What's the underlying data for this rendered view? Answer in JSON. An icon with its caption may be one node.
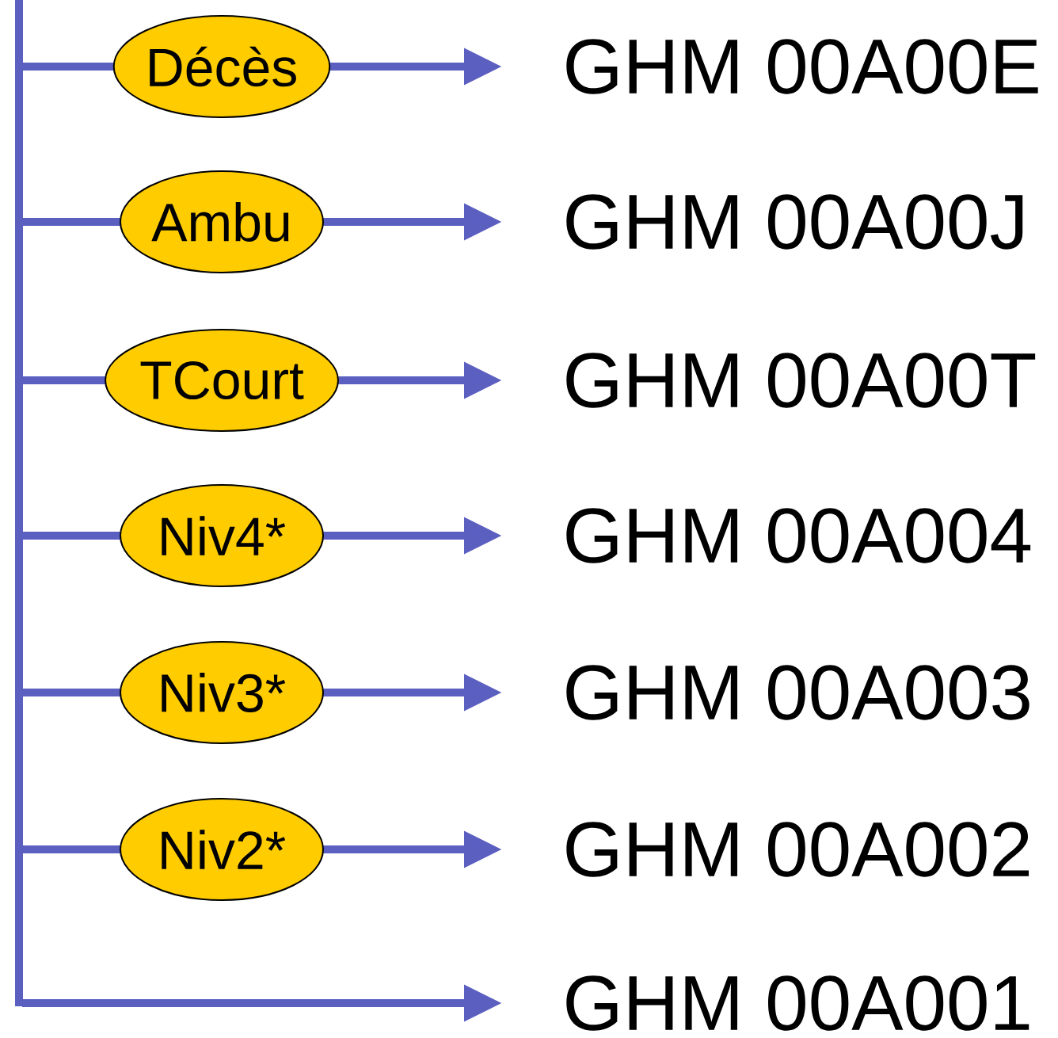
{
  "diagram": {
    "nodes": [
      {
        "text": [
          "GHM 00A00E"
        ]
      },
      {
        "text": [
          "GHM 00A00J"
        ]
      },
      {
        "text": [
          "GHM 00A00T"
        ]
      },
      {
        "text": [
          "GHM 00A004"
        ]
      },
      {
        "text": [
          "GHM 00A003"
        ]
      },
      {
        "text": [
          "GHM 00A002"
        ]
      },
      {
        "text": [
          "GHM 00A001"
        ]
      }
    ],
    "edges": [
      {
        "from": null,
        "to": 0,
        "arrow": "to",
        "label": "Décès"
      },
      {
        "from": null,
        "to": 1,
        "arrow": "to",
        "label": "Ambu"
      },
      {
        "from": null,
        "to": 2,
        "arrow": "to",
        "label": "TCourt"
      },
      {
        "from": null,
        "to": 3,
        "arrow": "to",
        "label": "Niv4*"
      },
      {
        "from": null,
        "to": 4,
        "arrow": "to",
        "label": "Niv3*"
      },
      {
        "from": null,
        "to": 5,
        "arrow": "to",
        "label": "Niv2*"
      },
      {
        "from": null,
        "to": 6,
        "arrow": "to"
      }
    ]
  }
}
